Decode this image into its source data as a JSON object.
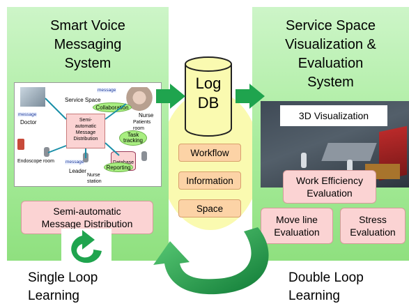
{
  "left_title": [
    "Smart Voice",
    "Messaging",
    "System"
  ],
  "right_title": [
    "Service Space",
    "Visualization &",
    "Evaluation",
    "System"
  ],
  "db": [
    "Log",
    "DB"
  ],
  "categories": [
    "Workflow",
    "Information",
    "Space"
  ],
  "scene": {
    "service_space": "Service Space",
    "message": "message",
    "doctor": "Doctor",
    "nurse": "Nurse",
    "patients_room": [
      "Patients",
      "room"
    ],
    "collaboration": "Collaboration",
    "center": [
      "Semi-",
      "automatic",
      "Message",
      "Distribution"
    ],
    "task_tracking": [
      "Task",
      "tracking"
    ],
    "database": "Database",
    "reporting": "Reporting",
    "endoscope_room": "Endoscope room",
    "leader": "Leader",
    "nurse_station": [
      "Nurse",
      "station"
    ]
  },
  "semi_auto_box": [
    "Semi-automatic",
    "Message Distribution"
  ],
  "viz_label": "3D Visualization",
  "work_efficiency": [
    "Work Efficiency",
    "Evaluation"
  ],
  "move_line": [
    "Move line",
    "Evaluation"
  ],
  "stress": [
    "Stress",
    "Evaluation"
  ],
  "single_loop": [
    "Single Loop",
    "Learning"
  ],
  "double_loop": [
    "Double Loop",
    "Learning"
  ],
  "colors": {
    "panel_green": "#a8ec9c",
    "arrow_green": "#1f9a4a",
    "pink": "#fbd3d3",
    "orange": "#fcd3a6",
    "yellow_circle": "#fafab0"
  }
}
